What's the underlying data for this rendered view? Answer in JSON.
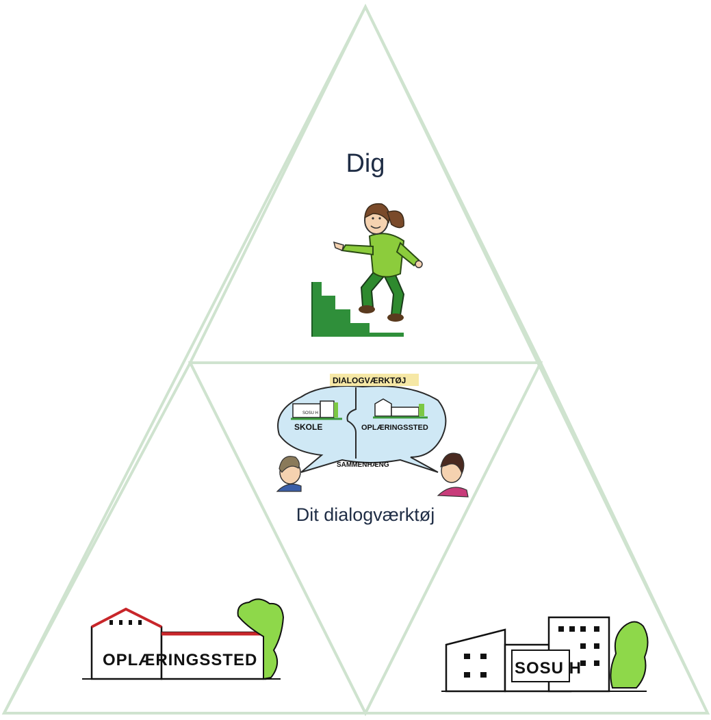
{
  "segments": {
    "top": {
      "label": "Dig"
    },
    "center": {
      "label": "Dit dialogværktøj",
      "illustration": {
        "header": "DIALOGVÆRKTØJ",
        "left_piece": "SKOLE",
        "left_sign": "SOSU H",
        "right_piece": "OPLÆRINGSSTED",
        "footer": "SAMMENHÆNG"
      }
    },
    "bottom_left": {
      "sign": "OPLÆRINGSSTED"
    },
    "bottom_right": {
      "sign": "SOSU H"
    }
  },
  "colors": {
    "outline": "#cfe3cf",
    "label_text": "#1f2d45",
    "shirt_green": "#8ccc3c",
    "pants_green": "#2e8a2e",
    "stairs_green": "#2f8f3a",
    "hair_brown": "#7a4a2a",
    "roof_red": "#c8262a",
    "tree_green": "#8ed84a",
    "bubble_blue": "#cfe8f5"
  }
}
